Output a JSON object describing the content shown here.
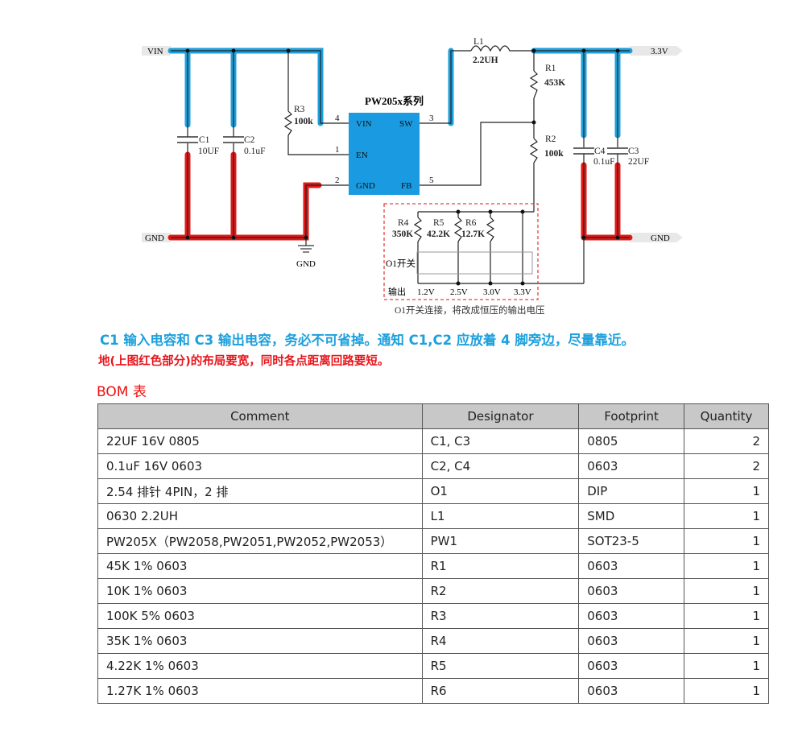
{
  "schematic": {
    "net_vin": "VIN",
    "net_gnd_left": "GND",
    "gnd_symbol_label": "GND",
    "net_out": "3.3V",
    "net_gnd_right": "GND",
    "chip_title": "PW205x系列",
    "chip_pins": {
      "vin": "VIN",
      "en": "EN",
      "gnd": "GND",
      "sw": "SW",
      "fb": "FB"
    },
    "pin_numbers": {
      "vin": "4",
      "en": "1",
      "gnd": "2",
      "sw": "3",
      "fb": "5"
    },
    "c1": {
      "ref": "C1",
      "value": "10UF"
    },
    "c2": {
      "ref": "C2",
      "value": "0.1uF"
    },
    "c3": {
      "ref": "C3",
      "value": "22UF"
    },
    "c4": {
      "ref": "C4",
      "value": "0.1uF"
    },
    "r1": {
      "ref": "R1",
      "value": "453K"
    },
    "r2": {
      "ref": "R2",
      "value": "100k"
    },
    "r3": {
      "ref": "R3",
      "value": "100k"
    },
    "r4": {
      "ref": "R4",
      "value": "350K"
    },
    "r5": {
      "ref": "R5",
      "value": "42.2K"
    },
    "r6": {
      "ref": "R6",
      "value": "12.7K"
    },
    "l1": {
      "ref": "L1",
      "value": "2.2UH"
    },
    "switch_label": "O1开关",
    "output_label": "输出",
    "outputs": [
      "1.2V",
      "2.5V",
      "3.0V",
      "3.3V"
    ],
    "caption": "O1开关连接，将改成恒压的输出电压"
  },
  "notes": {
    "blue": "C1 输入电容和 C3 输出电容，务必不可省掉。通知 C1,C2 应放着 4 脚旁边，尽量靠近。",
    "red": "地(上图红色部分)的布局要宽，同时各点距离回路要短。"
  },
  "bom": {
    "title": "BOM 表",
    "headers": [
      "Comment",
      "Designator",
      "Footprint",
      "Quantity"
    ],
    "rows": [
      [
        "22UF 16V 0805",
        "C1, C3",
        "0805",
        "2"
      ],
      [
        "0.1uF 16V 0603",
        "C2, C4",
        "0603",
        "2"
      ],
      [
        "2.54 排针 4PIN，2 排",
        "O1",
        "DIP",
        "1"
      ],
      [
        "0630 2.2UH",
        "L1",
        "SMD",
        "1"
      ],
      [
        "PW205X（PW2058,PW2051,PW2052,PW2053）",
        "PW1",
        "SOT23-5",
        "1"
      ],
      [
        "45K 1% 0603",
        "R1",
        "0603",
        "1"
      ],
      [
        "10K 1% 0603",
        "R2",
        "0603",
        "1"
      ],
      [
        "100K 5% 0603",
        "R3",
        "0603",
        "1"
      ],
      [
        "35K 1% 0603",
        "R4",
        "0603",
        "1"
      ],
      [
        "4.22K 1% 0603",
        "R5",
        "0603",
        "1"
      ],
      [
        "1.27K 1% 0603",
        "R6",
        "0603",
        "1"
      ]
    ]
  },
  "colors": {
    "vin_trace": "#1ea0dc",
    "gnd_trace": "#e01818",
    "chip": "#1a9ae0",
    "note_blue": "#1ca0dc",
    "note_red": "#e8161c"
  }
}
